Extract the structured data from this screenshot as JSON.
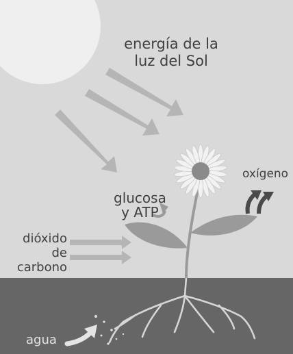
{
  "labels": {
    "light": [
      "energía de la",
      "luz del Sol"
    ],
    "oxygen": "oxígeno",
    "glucose": [
      "glucosa",
      "y ATP"
    ],
    "co2": [
      "dióxido",
      "de",
      "carbono"
    ],
    "water": "agua"
  },
  "colors": {
    "sky": "#d9d9d9",
    "sun": "#efefef",
    "soil": "#666666",
    "arrow": "#b5b5b5",
    "plant": "#9a9a9a",
    "petals": "#f2f2f2",
    "flower_center": "#8a8a8a",
    "text": "#3f3f3f",
    "water_text": "#e4e4e4"
  }
}
